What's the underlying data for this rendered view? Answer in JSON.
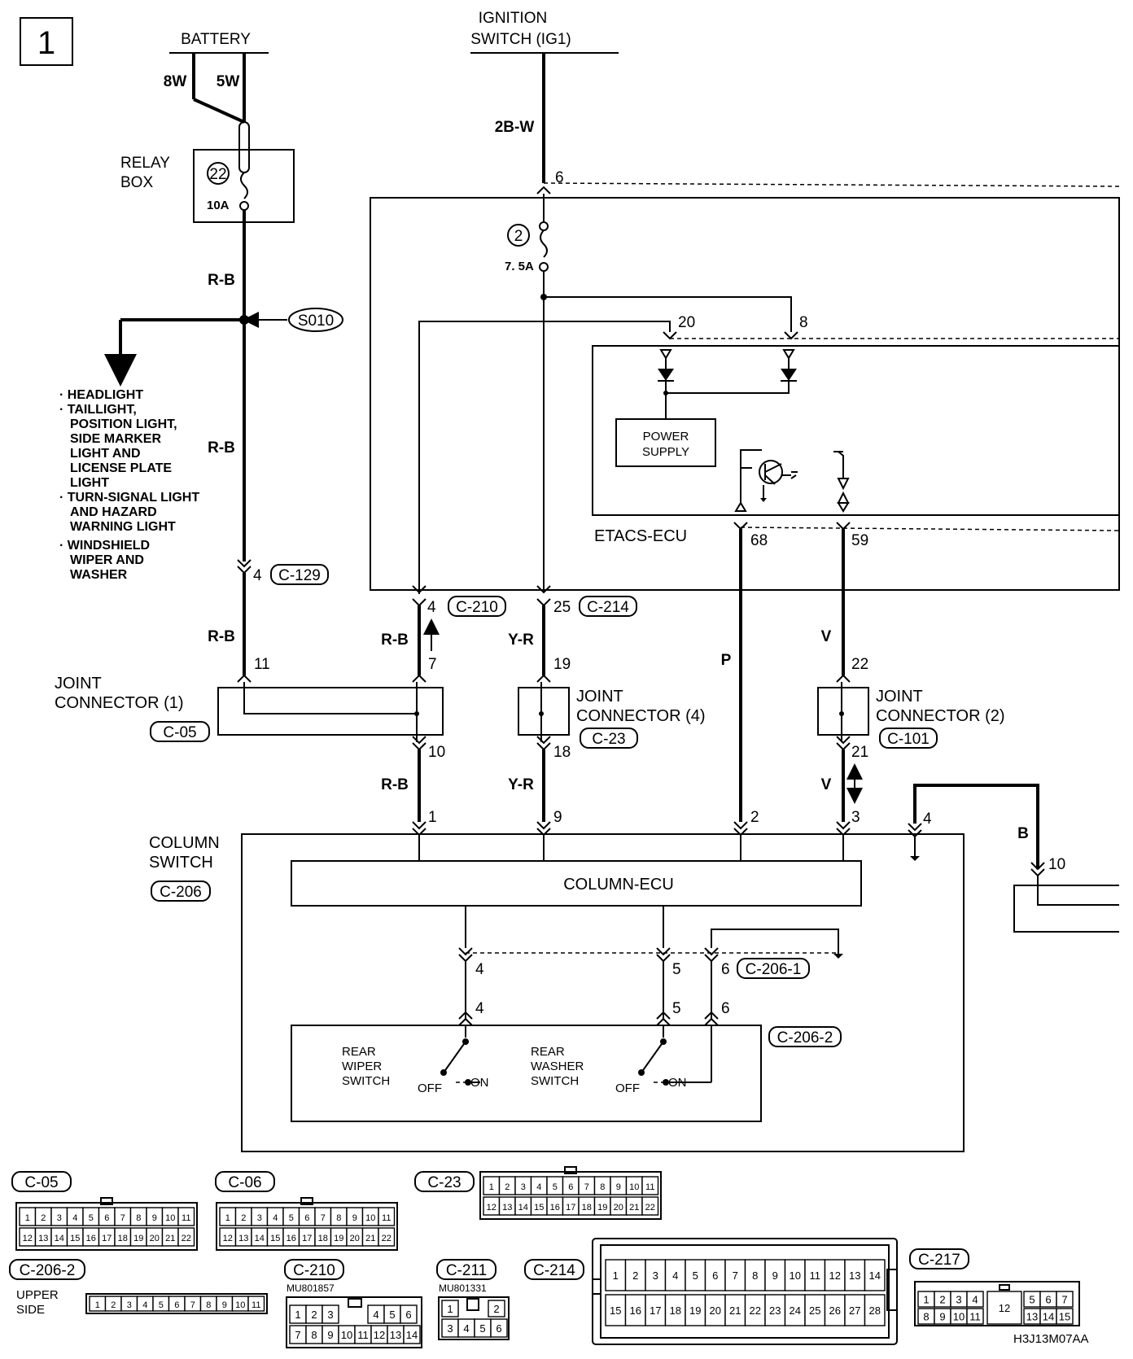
{
  "page_number": "1",
  "battery": "BATTERY",
  "ignition": {
    "line1": "IGNITION",
    "line2": "SWITCH (IG1)"
  },
  "wires": {
    "w8w": "8W",
    "w5w": "5W",
    "w2bw": "2B-W",
    "rb": "R-B",
    "yr": "Y-R",
    "p": "P",
    "v": "V",
    "b": "B"
  },
  "relay_box": {
    "line1": "RELAY",
    "line2": "BOX",
    "fuse_no": "22",
    "fuse_rating": "10A"
  },
  "fuse2": {
    "no": "2",
    "rating": "7. 5A"
  },
  "splice": "S010",
  "branch_list": [
    "· HEADLIGHT",
    "· TAILLIGHT,",
    "POSITION LIGHT,",
    "SIDE MARKER",
    "LIGHT AND",
    "LICENSE PLATE",
    "LIGHT",
    "· TURN-SIGNAL LIGHT",
    "AND HAZARD",
    "WARNING LIGHT",
    "· WINDSHIELD",
    "WIPER AND",
    "WASHER"
  ],
  "etacs": {
    "label": "ETACS-ECU",
    "power_supply_1": "POWER",
    "power_supply_2": "SUPPLY"
  },
  "pins": {
    "p6": "6",
    "p20": "20",
    "p8": "8",
    "p68": "68",
    "p59": "59",
    "p4": "4",
    "p25": "25",
    "p11": "11",
    "p7": "7",
    "p19": "19",
    "p22": "22",
    "p10": "10",
    "p18": "18",
    "p21": "21",
    "p1": "1",
    "p9": "9",
    "p2": "2",
    "p3": "3",
    "p4b": "4",
    "p10b": "10",
    "s4": "4",
    "s5": "5",
    "s6": "6",
    "t4": "4",
    "t5": "5",
    "t6": "6"
  },
  "connectors": {
    "c129": "C-129",
    "c210": "C-210",
    "c214": "C-214",
    "c05": "C-05",
    "c23": "C-23",
    "c101": "C-101",
    "c206": "C-206",
    "c2061": "C-206-1",
    "c2062": "C-206-2",
    "c06": "C-06",
    "c211": "C-211",
    "c217": "C-217"
  },
  "joint1": {
    "line1": "JOINT",
    "line2": "CONNECTOR (1)"
  },
  "joint4": {
    "line1": "JOINT",
    "line2": "CONNECTOR (4)"
  },
  "joint2": {
    "line1": "JOINT",
    "line2": "CONNECTOR (2)"
  },
  "column_switch": {
    "line1": "COLUMN",
    "line2": "SWITCH"
  },
  "column_ecu": "COLUMN-ECU",
  "rear_wiper": {
    "line1": "REAR",
    "line2": "WIPER",
    "line3": "SWITCH"
  },
  "rear_washer": {
    "line1": "REAR",
    "line2": "WASHER",
    "line3": "SWITCH"
  },
  "off": "OFF",
  "on": "ON",
  "upper_side": {
    "line1": "UPPER",
    "line2": "SIDE"
  },
  "part_mu801857": "MU801857",
  "part_mu801331": "MU801331",
  "drawing_code": "H3J13M07AA",
  "pinouts": {
    "c05_top": [
      "1",
      "2",
      "3",
      "4",
      "5",
      "6",
      "7",
      "8",
      "9",
      "10",
      "11"
    ],
    "c05_bot": [
      "12",
      "13",
      "14",
      "15",
      "16",
      "17",
      "18",
      "19",
      "20",
      "21",
      "22"
    ],
    "c2062": [
      "1",
      "2",
      "3",
      "4",
      "5",
      "6",
      "7",
      "8",
      "9",
      "10",
      "11"
    ],
    "c210_top_l": [
      "1",
      "2",
      "3"
    ],
    "c210_top_r": [
      "4",
      "5",
      "6"
    ],
    "c210_bot": [
      "7",
      "8",
      "9",
      "10",
      "11",
      "12",
      "13",
      "14"
    ],
    "c211_top": [
      "1",
      "2"
    ],
    "c211_bot": [
      "3",
      "4",
      "5",
      "6"
    ],
    "c214_top": [
      "1",
      "2",
      "3",
      "4",
      "5",
      "6",
      "7",
      "8",
      "9",
      "10",
      "11",
      "12",
      "13",
      "14"
    ],
    "c214_bot": [
      "15",
      "16",
      "17",
      "18",
      "19",
      "20",
      "21",
      "22",
      "23",
      "24",
      "25",
      "26",
      "27",
      "28"
    ],
    "c217_top_l": [
      "1",
      "2",
      "3",
      "4"
    ],
    "c217_mid": "12",
    "c217_top_r": [
      "5",
      "6",
      "7"
    ],
    "c217_bot_l": [
      "8",
      "9",
      "10",
      "11"
    ],
    "c217_bot_r": [
      "13",
      "14",
      "15"
    ]
  }
}
